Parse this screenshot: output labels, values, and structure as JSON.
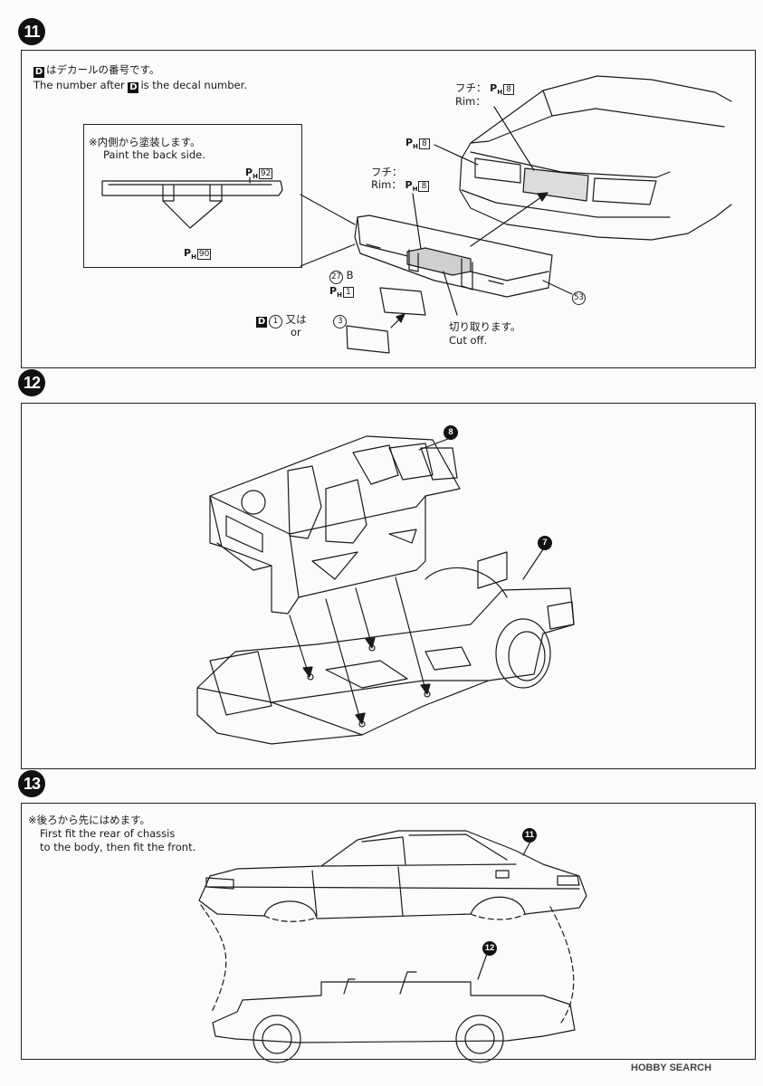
{
  "steps": [
    {
      "number": "11"
    },
    {
      "number": "12"
    },
    {
      "number": "13"
    }
  ],
  "step11": {
    "decal_note_jp": "はデカールの番号です。",
    "decal_note_en_pre": "The number after",
    "decal_note_en_post": "is the decal number.",
    "decal_letter": "D",
    "inset_note_jp": "※内側から塗装します。",
    "inset_note_en": "Paint the back side.",
    "paint_code_prefix": "P",
    "paint_code_sub": "H",
    "codes": {
      "c92": "92",
      "c90": "90",
      "c8": "8",
      "c1": "1"
    },
    "rim_jp": "フチ：",
    "rim_en": "Rim：",
    "part_27": "27",
    "part_27_suffix": "B",
    "part_53": "53",
    "decal_1": "1",
    "decal_3": "3",
    "or_jp": "又は",
    "or_en": "or",
    "cut_jp": "切り取ります。",
    "cut_en": "Cut off."
  },
  "step12": {
    "callout_8": "8",
    "callout_7": "7"
  },
  "step13": {
    "note_jp": "※後ろから先にはめます。",
    "note_en_1": "First fit the rear of chassis",
    "note_en_2": "to the body, then fit the front.",
    "callout_11": "11",
    "callout_12": "12"
  },
  "watermark": "HOBBY SEARCH"
}
